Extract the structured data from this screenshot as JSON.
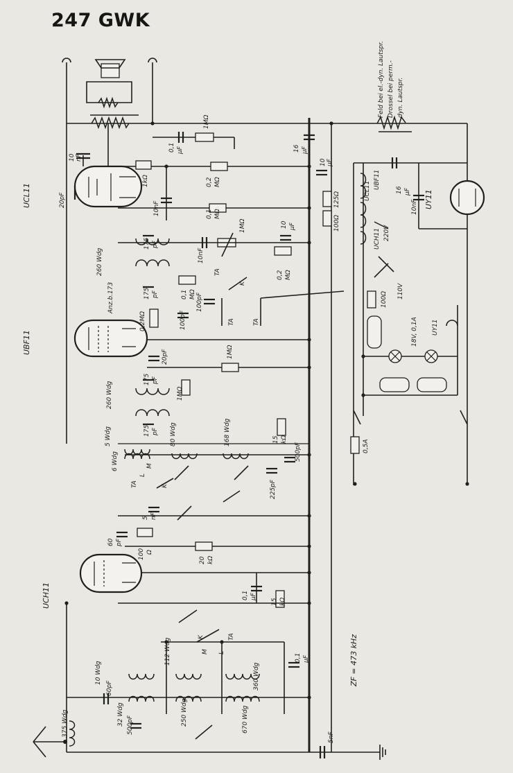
{
  "title": "247 GWK",
  "tubes": {
    "ucl11_left": "UCL11",
    "ubf11_left": "UBF11",
    "uch11_left": "UCH11",
    "ucl11_heater": "UCL11",
    "ubf11_heater": "UBF11",
    "uch11_heater": "UCH11",
    "uy11_right": "UY11",
    "uy11_heater": "UY11"
  },
  "speaker_note": [
    "Feld bei el.-dyn. Lautspr.",
    "Drossel bei perm.-",
    "dyn. Lautspr."
  ],
  "if_note": "ZF = 473 kHz",
  "mains": {
    "v220": "220V",
    "v110": "110V"
  },
  "fuse": "0,5A",
  "lamps": "18V, 0,1A",
  "labels": {
    "c10nf_top": [
      "10",
      "nF"
    ],
    "c20pf_ucl": "20pF",
    "c01uf": [
      "0,1",
      "µF"
    ],
    "r1m_top": "1MΩ",
    "c16uf_top": [
      "16",
      "µF"
    ],
    "c10uf": [
      "10",
      "µF"
    ],
    "r1k": "1kΩ",
    "r02m_a": [
      "0,2",
      "MΩ"
    ],
    "c10nf_mid": "10nF",
    "r01m_a": [
      "0,1",
      "MΩ"
    ],
    "r125": "125Ω",
    "r100_a": "100Ω",
    "c16uf_r": [
      "16",
      "µF"
    ],
    "c10nf_r": "10nF",
    "pot1m": "1MΩ",
    "c10nf_b": "10nF",
    "c10uf_b": [
      "10",
      "µF"
    ],
    "r02m_b": [
      "0,2",
      "MΩ"
    ],
    "c175_1": [
      "175",
      "pF"
    ],
    "c175_2": [
      "175",
      "pF"
    ],
    "wdg260_a": "260 Wdg",
    "anzb": "Anz.b.173",
    "r01m_b": [
      "0,1",
      "MΩ"
    ],
    "c100pf_a": "100pF",
    "r02m_c": "0,2MΩ",
    "c100pf_b": "100pF",
    "c20pf_b": "20pF",
    "r1m_b": "1MΩ",
    "c175_3": [
      "175",
      "pF"
    ],
    "c175_4": [
      "175",
      "pF"
    ],
    "wdg260_b": "260 Wdg",
    "r1m_c": "1MΩ",
    "r100_b": "100Ω",
    "wdg5": "5 Wdg",
    "wdg6": "6 Wdg",
    "wdg80": "80 Wdg",
    "wdg168": "168 Wdg",
    "r15k_a": [
      "15",
      "kΩ"
    ],
    "c500pf_a": "500pF",
    "c225pf": "225pF",
    "c5nf": [
      "5",
      "nF"
    ],
    "c60pf_a": [
      "60",
      "pF"
    ],
    "r100_c": [
      "100",
      "Ω"
    ],
    "r20k": [
      "20",
      "kΩ"
    ],
    "c01uf_b": [
      "0,1",
      "µF"
    ],
    "r15k_b": [
      "15",
      "kΩ"
    ],
    "wdg10": "10 Wdg",
    "wdg112": "112 Wdg",
    "wdg360": "360 Wdg",
    "c01uf_c": [
      "0,1",
      "µF"
    ],
    "c60pf_b": "60pF",
    "wdg32": "32 Wdg",
    "wdg250": "250 Wdg",
    "wdg670": "670 Wdg",
    "wdg375": "375 Wdg",
    "c500pf_b": "500pF",
    "c5nf_b": "5nF"
  },
  "switch_marks": {
    "ta": "TA",
    "l": "L",
    "m": "M",
    "k": "K"
  }
}
